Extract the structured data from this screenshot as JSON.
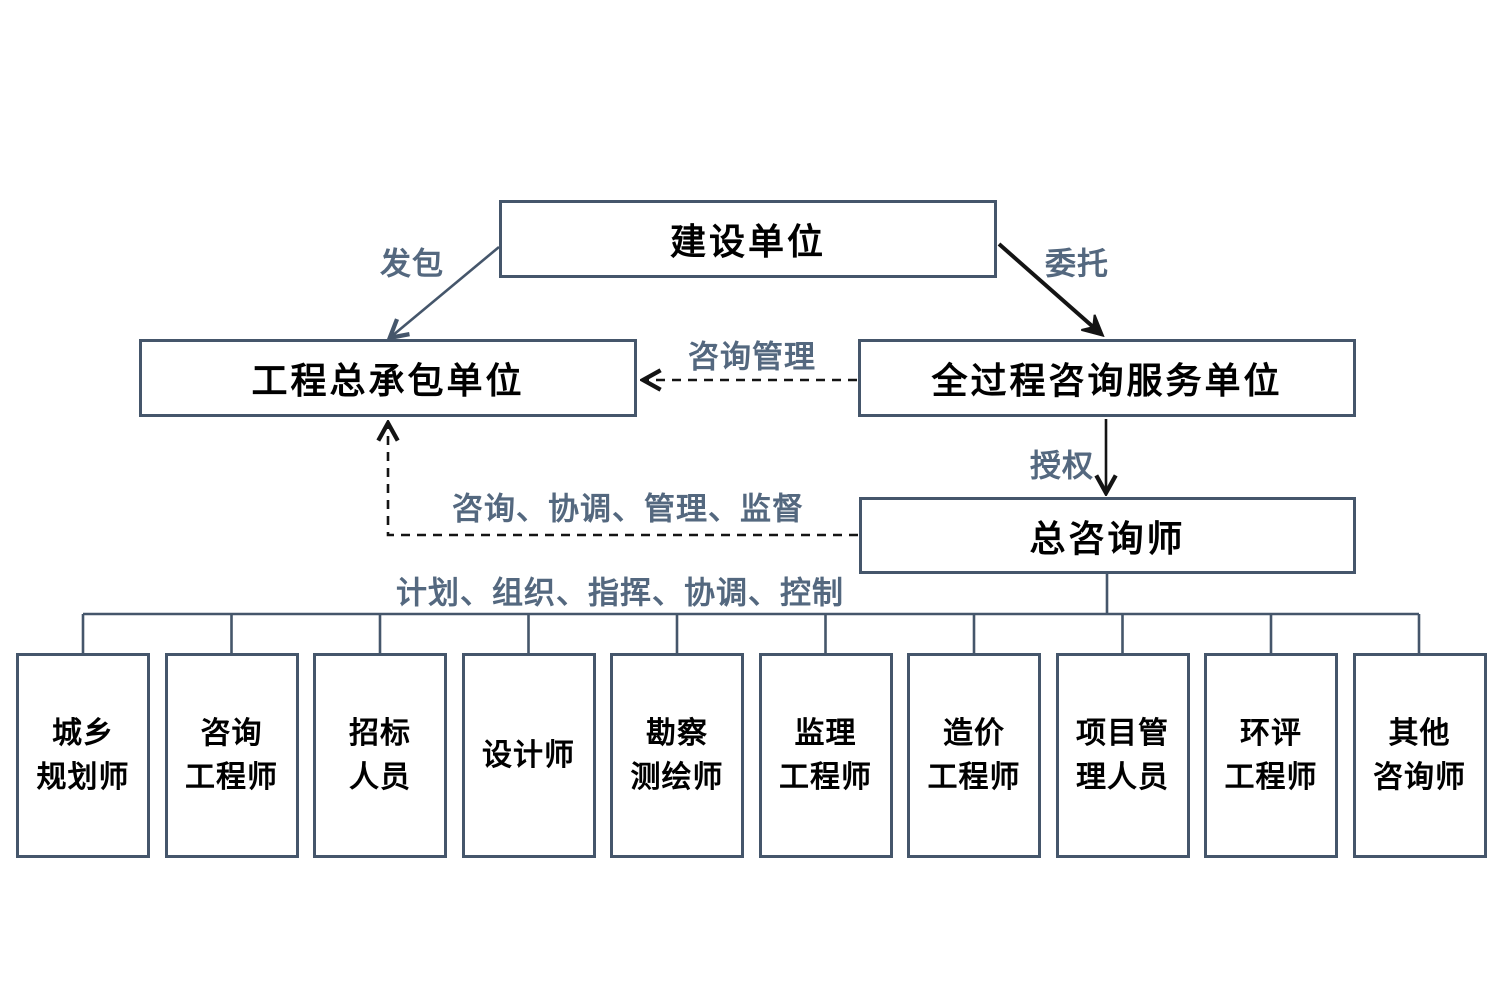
{
  "diagram": {
    "title_implicit": "全过程工程咨询组织关系图",
    "nodes": {
      "owner": {
        "label": "建设单位"
      },
      "epc": {
        "label": "工程总承包单位"
      },
      "consulting_unit": {
        "label": "全过程咨询服务单位"
      },
      "chief_consultant": {
        "label": "总咨询师"
      }
    },
    "edge_labels": {
      "contract_out": "发包",
      "entrust": "委托",
      "consulting_management": "咨询管理",
      "authorize": "授权",
      "supervise_chain": "咨询、协调、管理、监督",
      "control_chain": "计划、组织、指挥、协调、控制"
    },
    "specialists": [
      {
        "label": "城乡\n规划师"
      },
      {
        "label": "咨询\n工程师"
      },
      {
        "label": "招标\n人员"
      },
      {
        "label": "设计师"
      },
      {
        "label": "勘察\n测绘师"
      },
      {
        "label": "监理\n工程师"
      },
      {
        "label": "造价\n工程师"
      },
      {
        "label": "项目管\n理人员"
      },
      {
        "label": "环评\n工程师"
      },
      {
        "label": "其他\n咨询师"
      }
    ],
    "colors": {
      "box_border": "#45566b",
      "edge_label": "#54687f",
      "arrow": "#141414",
      "box_text": "#000000"
    }
  }
}
